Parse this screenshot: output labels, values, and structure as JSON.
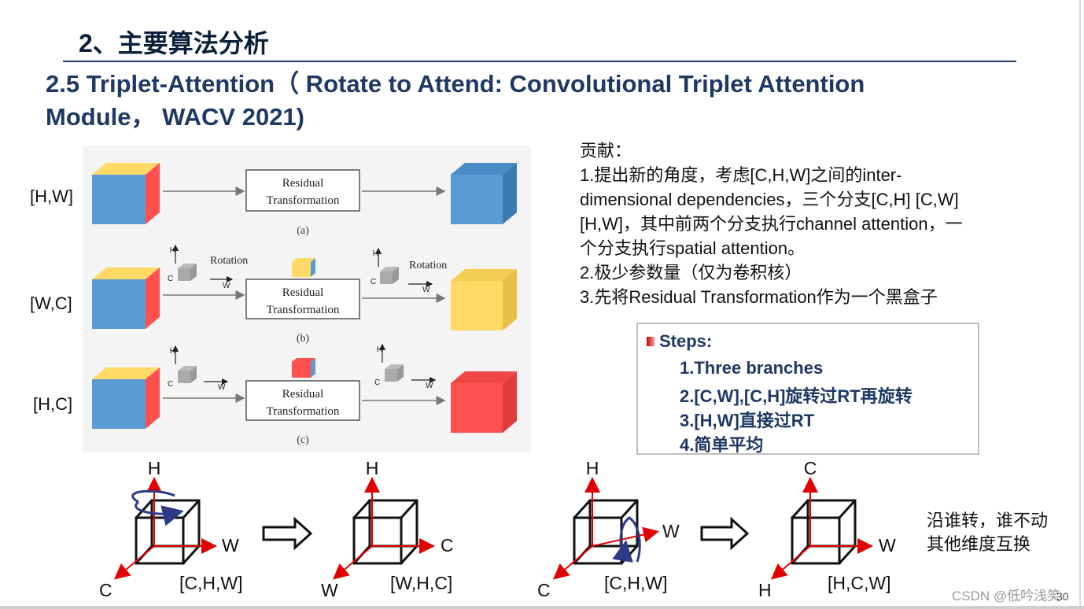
{
  "slide": {
    "title": "2、主要算法分析",
    "subtitle_line1": "2.5  Triplet-Attention（ Rotate to Attend: Convolutional Triplet Attention",
    "subtitle_line2": "Module， WACV 2021)"
  },
  "contributions": {
    "lines": [
      "贡献：",
      "1.提出新的角度，考虑[C,H,W]之间的inter-",
      "dimensional dependencies，三个分支[C,H] [C,W]",
      "[H,W]，其中前两个分支执行channel attention，一",
      "个分支执行spatial attention。",
      "2.极少参数量（仅为卷积核）",
      "3.先将Residual Transformation作为一个黑盒子"
    ]
  },
  "steps": {
    "heading": "Steps:",
    "items": [
      "1.Three branches",
      "2.[C,W],[C,H]旋转过RT再旋转",
      "3.[H,W]直接过RT",
      "4.简单平均"
    ]
  },
  "figure": {
    "branch_labels": [
      "[H,W]",
      "[W,C]",
      "[H,C]"
    ],
    "box_line1": "Residual",
    "box_line2": "Transformation",
    "rotation_label": "Rotation",
    "captions": [
      "(a)",
      "(b)",
      "(c)"
    ],
    "small_axes": {
      "h": "H",
      "c": "C",
      "w": "W"
    }
  },
  "rotation_diagram": {
    "groups": [
      {
        "axes": {
          "up": "H",
          "right": "W",
          "diag": "C"
        },
        "label": "[C,H,W]"
      },
      {
        "axes": {
          "up": "H",
          "right": "C",
          "diag": "W"
        },
        "label": "[W,H,C]"
      },
      {
        "axes": {
          "up": "H",
          "right": "W",
          "diag": "C"
        },
        "label": "[C,H,W]"
      },
      {
        "axes": {
          "up": "C",
          "right": "W",
          "diag": "H"
        },
        "label": "[H,C,W]"
      }
    ],
    "note_line1": "沿谁转，谁不动",
    "note_line2": "其他维度互换"
  },
  "footer": {
    "watermark": "CSDN @低吟浅笑",
    "page_number": "30"
  },
  "colors": {
    "title": "#0b1f3a",
    "heading_blue": "#1f3864",
    "cube_blue": "#5b9bd5",
    "cube_yellow": "#ffd966",
    "cube_red": "#ff5050",
    "axis_red": "#e00000",
    "arrow_navy": "#2e3a87"
  }
}
